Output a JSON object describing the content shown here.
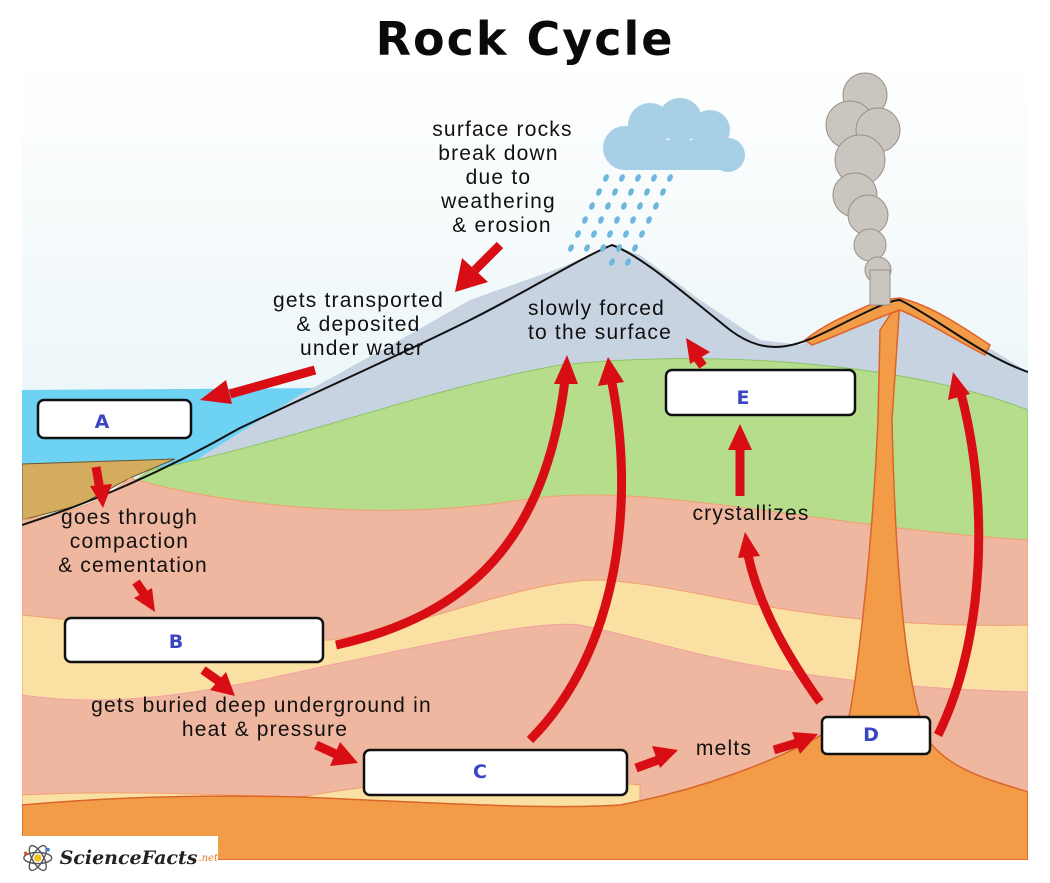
{
  "title": "Rock Cycle",
  "boxes": {
    "A": "A",
    "B": "B",
    "C": "C",
    "D": "D",
    "E": "E"
  },
  "labels": {
    "weathering": [
      "surface rocks",
      "break down",
      "due to",
      "weathering",
      "& erosion"
    ],
    "transported": [
      "gets transported",
      "& deposited",
      "under water"
    ],
    "compaction": [
      "goes through",
      "compaction",
      "& cementation"
    ],
    "buried": [
      "gets buried deep underground in",
      "heat & pressure"
    ],
    "melts": "melts",
    "crystallizes": "crystallizes",
    "forced": [
      "slowly forced",
      "to the surface"
    ]
  },
  "logo": {
    "brand": "ScienceFacts",
    "tld": ".net"
  },
  "colors": {
    "arrow": "#d90d14",
    "box_text": "#3a45c0",
    "sky_top": "#ffffff",
    "sky_bottom": "#d3eaf0",
    "water": "#6ed3f2",
    "sediment": "#d4ac5e",
    "mountain": "#c8d3e2",
    "green_layer": "#b5dd8c",
    "pink_layer": "#efb7a0",
    "yellow_layer": "#fbe0a4",
    "magma": "#f39c47",
    "cloud": "#a7cfe6",
    "smoke": "#c9c5bf"
  }
}
